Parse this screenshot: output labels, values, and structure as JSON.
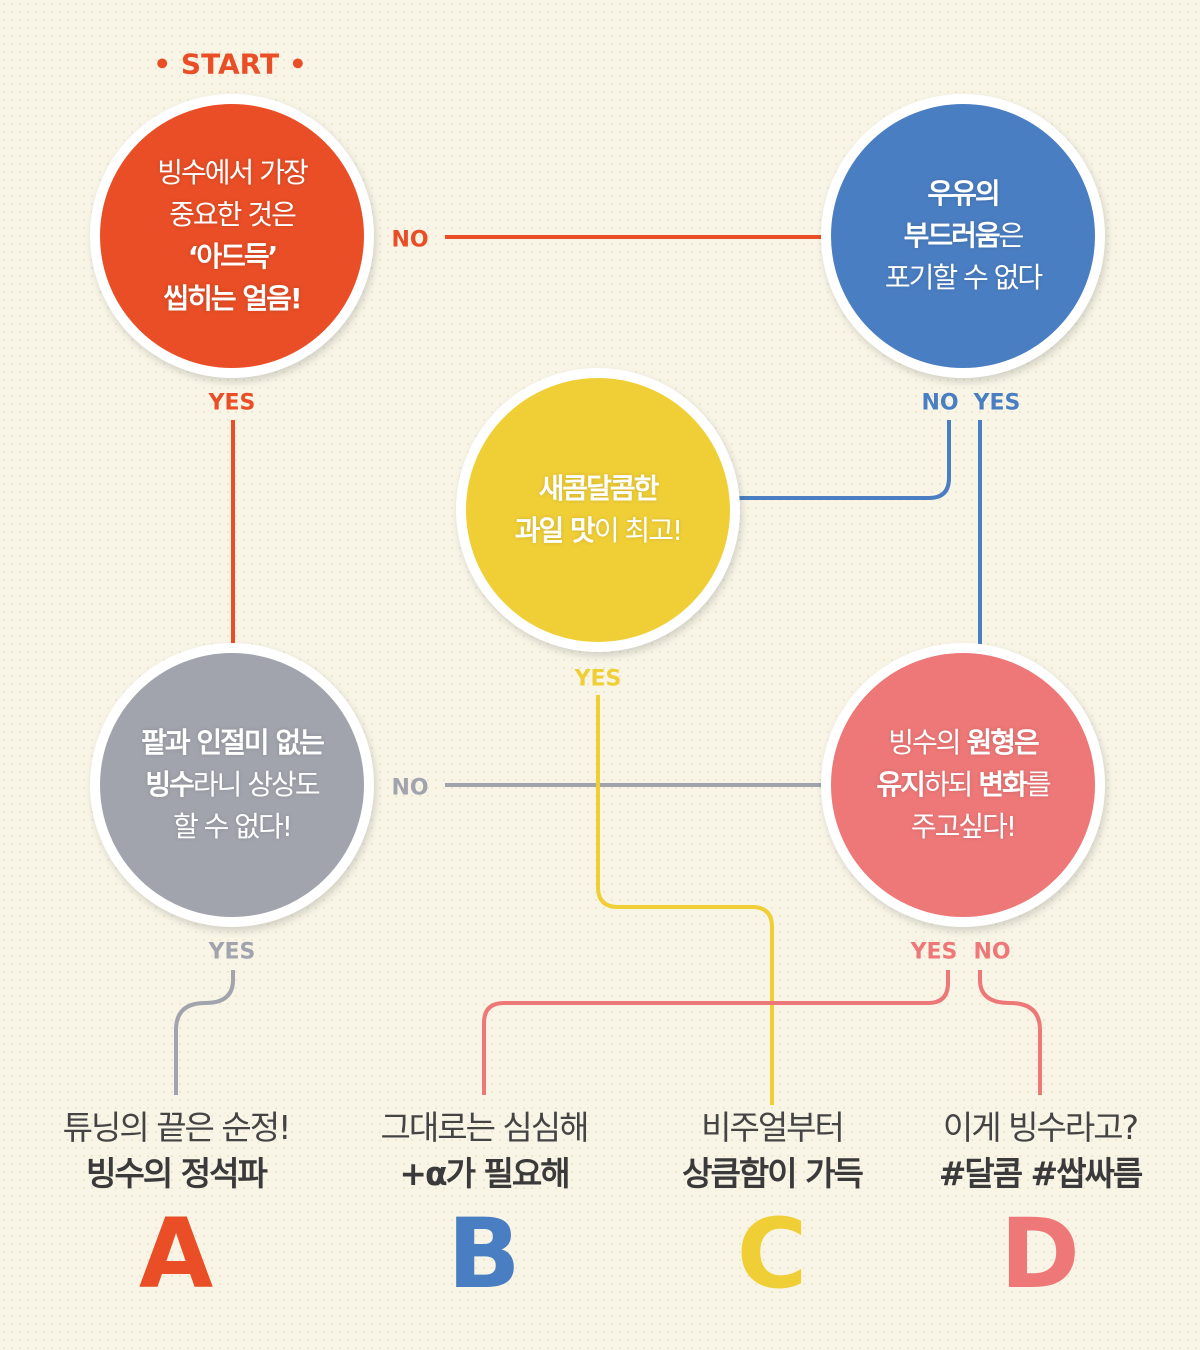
{
  "start_label": "• START •",
  "colors": {
    "orange": "#e94e26",
    "blue": "#4a7ec2",
    "yellow": "#f0cf36",
    "gray": "#a1a4ad",
    "pink": "#ee7878",
    "background": "#f8f5e7"
  },
  "nodes": [
    {
      "id": "q1",
      "lines": [
        [
          {
            "t": "빙수에서 가장",
            "b": false
          }
        ],
        [
          {
            "t": "중요한 것은",
            "b": false
          }
        ],
        [
          {
            "t": "‘아드득’",
            "b": true
          }
        ],
        [
          {
            "t": "씹히는 얼음!",
            "b": true
          }
        ]
      ]
    },
    {
      "id": "q2",
      "lines": [
        [
          {
            "t": "우유의",
            "b": true
          }
        ],
        [
          {
            "t": "부드러움",
            "b": true
          },
          {
            "t": "은",
            "b": false
          }
        ],
        [
          {
            "t": "포기할 수 없다",
            "b": false
          }
        ]
      ]
    },
    {
      "id": "q3",
      "lines": [
        [
          {
            "t": "새콤달콤한",
            "b": true
          }
        ],
        [
          {
            "t": "과일 맛",
            "b": true
          },
          {
            "t": "이 최고!",
            "b": false
          }
        ]
      ]
    },
    {
      "id": "q4",
      "lines": [
        [
          {
            "t": "팥과 인절미 없는",
            "b": true
          }
        ],
        [
          {
            "t": "빙수",
            "b": true
          },
          {
            "t": "라니 상상도",
            "b": false
          }
        ],
        [
          {
            "t": "할 수 없다!",
            "b": false
          }
        ]
      ]
    },
    {
      "id": "q5",
      "lines": [
        [
          {
            "t": "빙수의 ",
            "b": false
          },
          {
            "t": "원형은",
            "b": true
          }
        ],
        [
          {
            "t": "유지",
            "b": true
          },
          {
            "t": "하되 ",
            "b": false
          },
          {
            "t": "변화",
            "b": true
          },
          {
            "t": "를",
            "b": false
          }
        ],
        [
          {
            "t": "주고싶다!",
            "b": false
          }
        ]
      ]
    }
  ],
  "edge_labels": {
    "q1_no": "NO",
    "q1_yes": "YES",
    "q2_no": "NO",
    "q2_yes": "YES",
    "q3_yes": "YES",
    "q4_no": "NO",
    "q4_yes": "YES",
    "q5_yes": "YES",
    "q5_no": "NO"
  },
  "results": [
    {
      "line1": "튜닝의 끝은 순정!",
      "line2": "빙수의 정석파",
      "letter": "A"
    },
    {
      "line1": "그대로는 심심해",
      "line2": "+α가 필요해",
      "letter": "B"
    },
    {
      "line1": "비주얼부터",
      "line2": "상큼함이 가득",
      "letter": "C"
    },
    {
      "line1": "이게 빙수라고?",
      "line2": "#달콤 #쌉싸름",
      "letter": "D"
    }
  ]
}
